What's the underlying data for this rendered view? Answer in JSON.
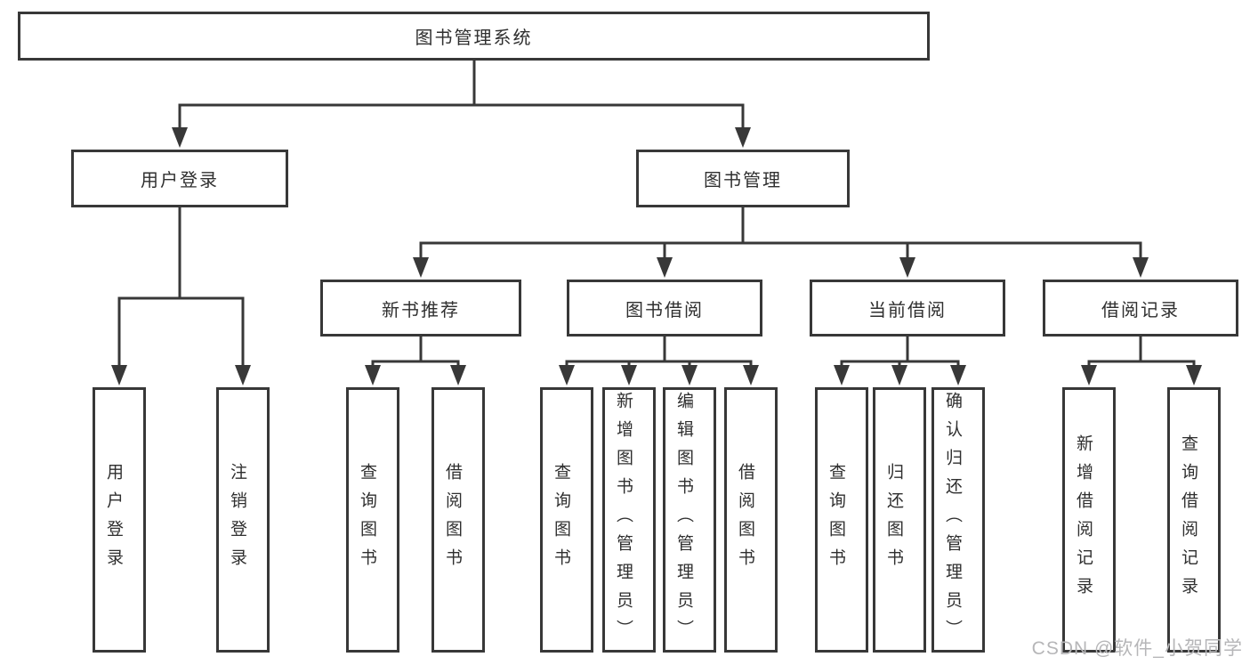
{
  "tree": {
    "root": {
      "label": "图书管理系统"
    },
    "branches": [
      {
        "label": "用户登录",
        "children": [
          {
            "label": "用户登录"
          },
          {
            "label": "注销登录"
          }
        ]
      },
      {
        "label": "图书管理",
        "children": [
          {
            "label": "新书推荐",
            "children": [
              {
                "label": "查询图书"
              },
              {
                "label": "借阅图书"
              }
            ]
          },
          {
            "label": "图书借阅",
            "children": [
              {
                "label": "查询图书"
              },
              {
                "label": "新增图书（管理员）"
              },
              {
                "label": "编辑图书（管理员）"
              },
              {
                "label": "借阅图书"
              }
            ]
          },
          {
            "label": "当前借阅",
            "children": [
              {
                "label": "查询图书"
              },
              {
                "label": "归还图书"
              },
              {
                "label": "确认归还（管理员）"
              }
            ]
          },
          {
            "label": "借阅记录",
            "children": [
              {
                "label": "新增借阅记录"
              },
              {
                "label": "查询借阅记录"
              }
            ]
          }
        ]
      }
    ]
  },
  "watermark": {
    "text": "CSDN @软件_小贺同学"
  },
  "colors": {
    "line": "#383838",
    "box_background": "#ffffff",
    "text": "#2f2f2f",
    "watermark": "#b6b6b8",
    "background": "#ffffff"
  }
}
